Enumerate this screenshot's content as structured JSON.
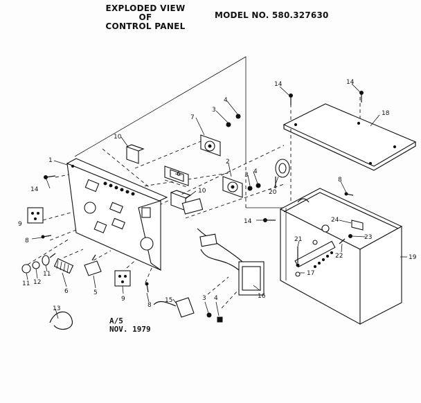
{
  "title_lines": [
    "EXPLODED VIEW",
    "OF",
    "CONTROL PANEL"
  ],
  "model": "MODEL NO. 580.327630",
  "footer": {
    "line1": "A/5",
    "line2": "NOV. 1979"
  },
  "callouts": {
    "c1": "1",
    "c2": "2",
    "c3a": "3",
    "c3b": "3",
    "c3c": "3",
    "c4a": "4",
    "c4b": "4",
    "c4c": "4",
    "c5": "5",
    "c6a": "6",
    "c6b": "6",
    "c7": "7",
    "c8a": "8",
    "c8b": "8",
    "c8c": "8",
    "c9a": "9",
    "c9b": "9",
    "c10a": "10",
    "c10b": "10",
    "c11a": "11",
    "c11b": "11",
    "c12": "12",
    "c13": "13",
    "c14a": "14",
    "c14b": "14",
    "c14c": "14",
    "c14d": "14",
    "c15": "15",
    "c16": "16",
    "c17": "17",
    "c18": "18",
    "c19": "19",
    "c20": "20",
    "c21": "21",
    "c22": "22",
    "c23": "23",
    "c24": "24"
  }
}
